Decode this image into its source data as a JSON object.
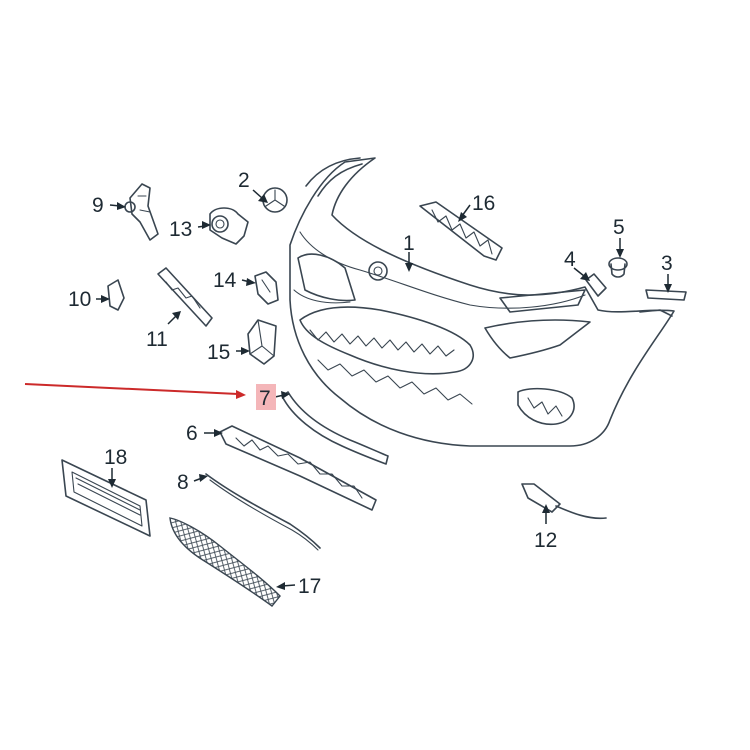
{
  "diagram": {
    "callouts": [
      {
        "id": "c1",
        "label": "1"
      },
      {
        "id": "c2",
        "label": "2"
      },
      {
        "id": "c3",
        "label": "3"
      },
      {
        "id": "c4",
        "label": "4"
      },
      {
        "id": "c5",
        "label": "5"
      },
      {
        "id": "c6",
        "label": "6"
      },
      {
        "id": "c7",
        "label": "7"
      },
      {
        "id": "c8",
        "label": "8"
      },
      {
        "id": "c9",
        "label": "9"
      },
      {
        "id": "c10",
        "label": "10"
      },
      {
        "id": "c11",
        "label": "11"
      },
      {
        "id": "c12",
        "label": "12"
      },
      {
        "id": "c13",
        "label": "13"
      },
      {
        "id": "c14",
        "label": "14"
      },
      {
        "id": "c15",
        "label": "15"
      },
      {
        "id": "c16",
        "label": "16"
      },
      {
        "id": "c17",
        "label": "17"
      },
      {
        "id": "c18",
        "label": "18"
      }
    ],
    "highlighted_callout": "7",
    "colors": {
      "line": "#3a4651",
      "label": "#1e2a33",
      "highlight": "#f4b6b9",
      "pointer": "#cc2a2a"
    }
  }
}
